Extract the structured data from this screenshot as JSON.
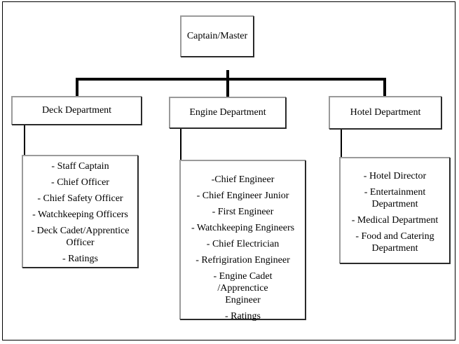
{
  "diagram": {
    "type": "org-chart",
    "root": {
      "label": "Captain/Master"
    },
    "departments": [
      {
        "label": "Deck Department",
        "roles": [
          "- Staff Captain",
          "- Chief Officer",
          "- Chief Safety Officer",
          "- Watchkeeping  Officers",
          "- Deck Cadet/Apprentice Officer",
          "- Ratings"
        ]
      },
      {
        "label": "Engine Department",
        "roles": [
          "-Chief Engineer",
          "- Chief Engineer  Junior",
          "- First Engineer",
          "- Watchkeeping  Engineers",
          "- Chief Electrician",
          "- Refrigiration Engineer",
          "- Engine Cadet /Apprenctice Engineer",
          "- Ratings"
        ]
      },
      {
        "label": "Hotel Department",
        "roles": [
          "- Hotel Director",
          "- Entertainment Department",
          "- Medical Department",
          "- Food and Catering Department"
        ]
      }
    ]
  }
}
